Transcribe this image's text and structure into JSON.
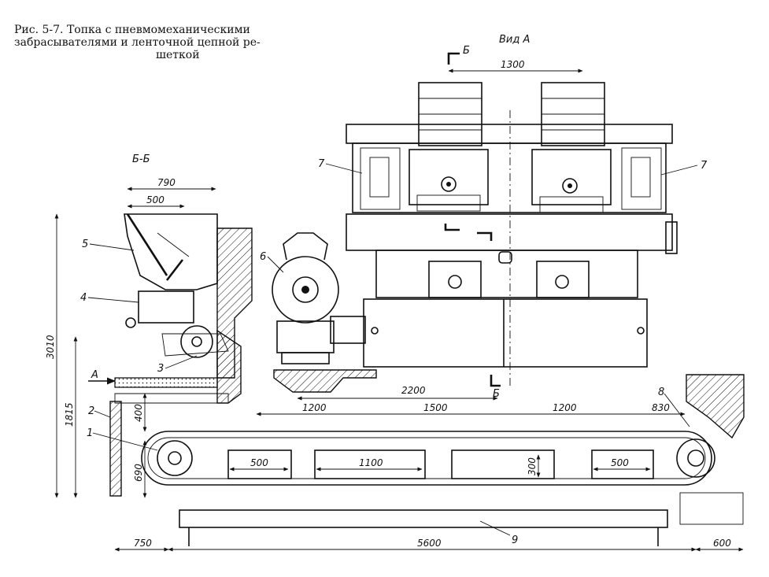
{
  "caption": {
    "line1": "Рис. 5-7. Топка с пневмомеханическими",
    "line2": "забрасывателями и ленточной цепной ре-",
    "line3": "шеткой"
  },
  "views": {
    "view_a": "Вид А",
    "section_bb": "Б-Б",
    "cut_b": "Б",
    "arrow_a": "А"
  },
  "dimensions": {
    "d1300": "1300",
    "d790": "790",
    "d500_top": "500",
    "d3010": "3010",
    "d1815": "1815",
    "d400": "400",
    "d690": "690",
    "d2200": "2200",
    "d1200_left": "1200",
    "d1500": "1500",
    "d1200_right": "1200",
    "d830": "830",
    "d500_left": "500",
    "d1100": "1100",
    "d300": "300",
    "d500_right": "500",
    "d750": "750",
    "d5600": "5600",
    "d600": "600"
  },
  "labels": {
    "n1": "1",
    "n2": "2",
    "n3": "3",
    "n4": "4",
    "n5": "5",
    "n6": "6",
    "n7_left": "7",
    "n7_right": "7",
    "n8": "8",
    "n9": "9"
  }
}
